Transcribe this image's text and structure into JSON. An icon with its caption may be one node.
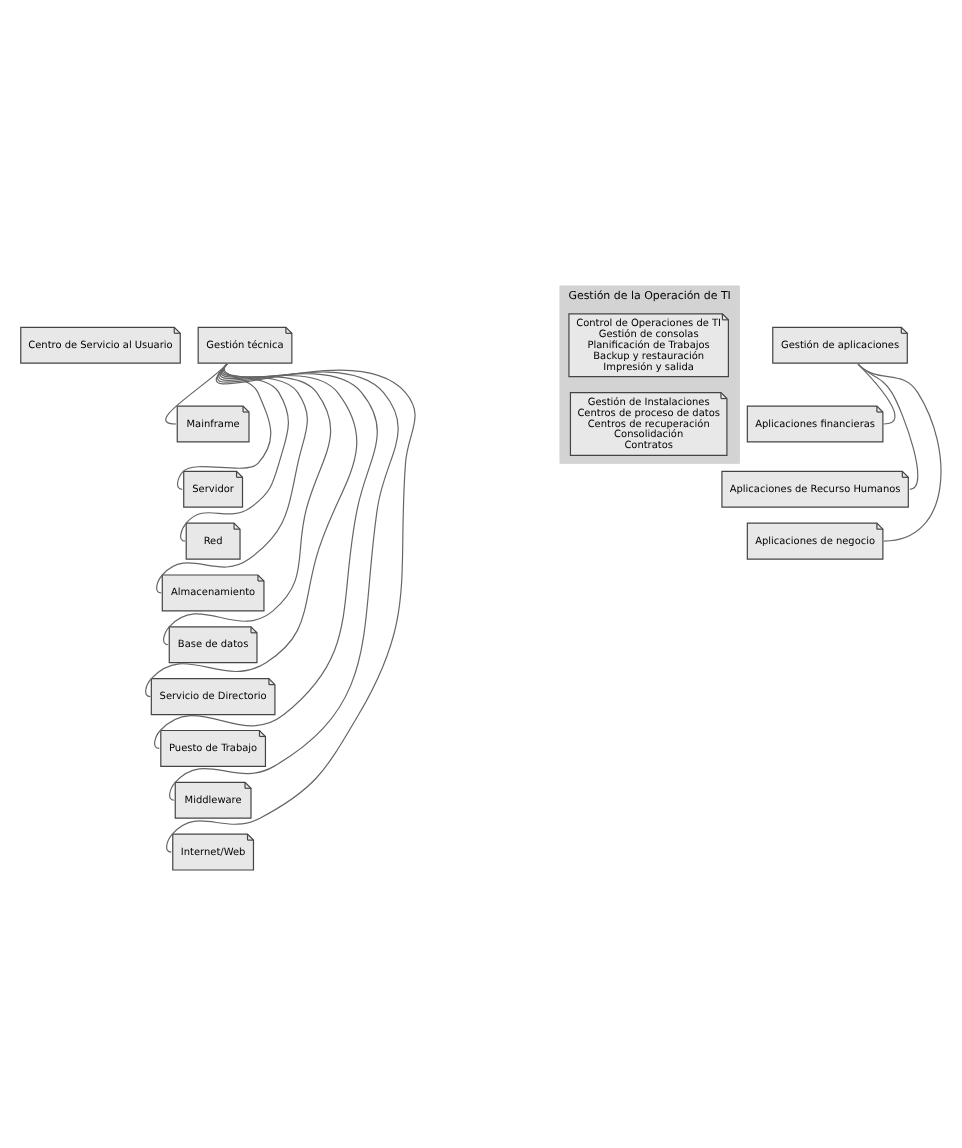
{
  "diagram": {
    "nodes": [
      {
        "text": [
          "Centro de Servicio al Usuario"
        ]
      },
      {
        "text": [
          "Gestión técnica"
        ]
      },
      {
        "text": [
          "Mainframe"
        ]
      },
      {
        "text": [
          "Servidor"
        ]
      },
      {
        "text": [
          "Red"
        ]
      },
      {
        "text": [
          "Almacenamiento"
        ]
      },
      {
        "text": [
          "Base de datos"
        ]
      },
      {
        "text": [
          "Servicio de Directorio"
        ]
      },
      {
        "text": [
          "Puesto de Trabajo"
        ]
      },
      {
        "text": [
          "Middleware"
        ]
      },
      {
        "text": [
          "Internet/Web"
        ]
      },
      {
        "text": [
          "Gestión de la Operación de TI"
        ]
      },
      {
        "text": [
          "Control de Operaciones de TI",
          "Gestión de consolas",
          "Planificación de Trabajos",
          "Backup y restauración",
          "Impresión y salida"
        ],
        "in": 11
      },
      {
        "text": [
          "Gestión de Instalaciones",
          "Centros de proceso de datos",
          "Centros de recuperación",
          "Consolidación",
          "Contratos"
        ],
        "in": 11
      },
      {
        "text": [
          "Gestión de aplicaciones"
        ]
      },
      {
        "text": [
          "Aplicaciones financieras"
        ]
      },
      {
        "text": [
          "Aplicaciones de Recurso Humanos"
        ]
      },
      {
        "text": [
          "Aplicaciones de negocio"
        ]
      }
    ],
    "edges": [
      {
        "from": 1,
        "to": 2,
        "arrow": "none"
      },
      {
        "from": 1,
        "to": 3,
        "arrow": "none"
      },
      {
        "from": 1,
        "to": 4,
        "arrow": "none"
      },
      {
        "from": 1,
        "to": 5,
        "arrow": "none"
      },
      {
        "from": 1,
        "to": 6,
        "arrow": "none"
      },
      {
        "from": 1,
        "to": 7,
        "arrow": "none"
      },
      {
        "from": 1,
        "to": 8,
        "arrow": "none"
      },
      {
        "from": 1,
        "to": 9,
        "arrow": "none"
      },
      {
        "from": 1,
        "to": 10,
        "arrow": "none"
      },
      {
        "from": 14,
        "to": 15,
        "arrow": "none"
      },
      {
        "from": 14,
        "to": 16,
        "arrow": "none"
      },
      {
        "from": 14,
        "to": 17,
        "arrow": "none"
      }
    ]
  }
}
